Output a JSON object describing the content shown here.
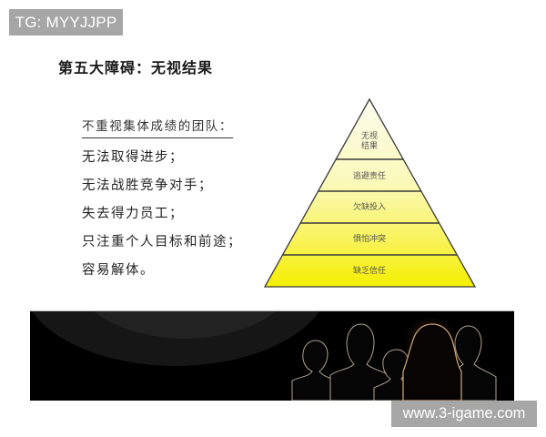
{
  "watermarks": {
    "top_left": "TG: MYYJJPP",
    "bottom_right": "www.3-igame.com"
  },
  "slide": {
    "title": "第五大障碍：无视结果",
    "list": {
      "heading": "不重视集体成绩的团队：",
      "items": [
        "无法取得进步；",
        "无法战胜竞争对手；",
        "失去得力员工；",
        "只注重个人目标和前途；",
        "容易解体。"
      ]
    },
    "pyramid": {
      "levels_top_to_bottom": [
        {
          "line1": "无视",
          "line2": "结果"
        },
        {
          "label": "逃避责任"
        },
        {
          "label": "欠缺投入"
        },
        {
          "label": "惧怕冲突"
        },
        {
          "label": "缺乏信任"
        }
      ],
      "colors": {
        "top": "#fbfbe6",
        "bottom": "#f6f100",
        "outline": "#3a3a3a"
      }
    },
    "banner": {
      "description": "team-silhouettes-on-black",
      "background": "#000000",
      "rim_light_color": "#e8d8c0"
    }
  }
}
